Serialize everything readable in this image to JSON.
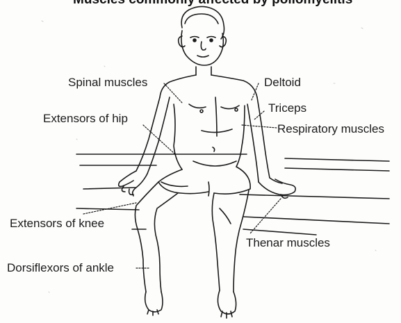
{
  "figure": {
    "caption_partial": "Muscles commonly affected by poliomyelitis",
    "subject": "seated-child-line-drawing",
    "labels": {
      "spinal_muscles": "Spinal muscles",
      "deltoid": "Deltoid",
      "triceps": "Triceps",
      "extensors_of_hip": "Extensors of hip",
      "respiratory_muscles": "Respiratory muscles",
      "extensors_of_knee": "Extensors of knee",
      "thenar_muscles": "Thenar muscles",
      "dorsiflexors_of_ankle": "Dorsiflexors of ankle"
    },
    "colors": {
      "ink": "#1a1a1a",
      "paper": "#fdfdfc"
    }
  }
}
